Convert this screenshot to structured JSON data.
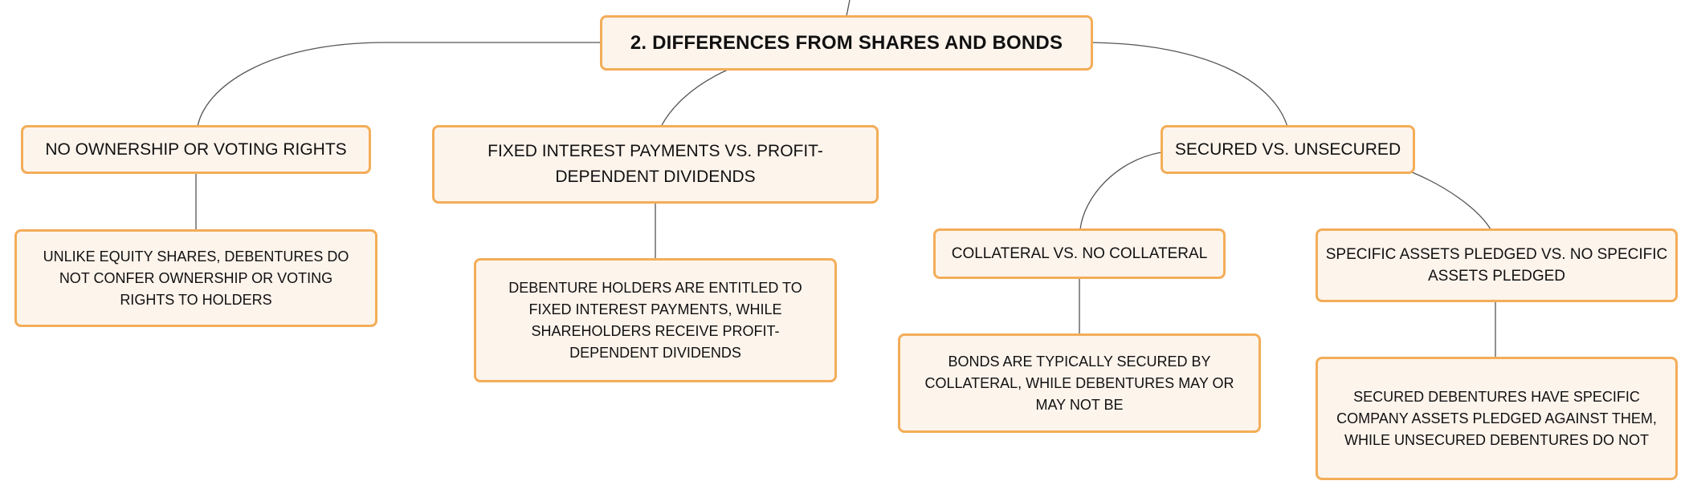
{
  "root": {
    "label": "2. DIFFERENCES FROM SHARES AND BONDS"
  },
  "branches": {
    "ownership": {
      "label": "NO OWNERSHIP OR VOTING RIGHTS",
      "detail": "UNLIKE EQUITY SHARES, DEBENTURES DO NOT CONFER OWNERSHIP OR VOTING RIGHTS TO HOLDERS"
    },
    "interest": {
      "label": "FIXED INTEREST PAYMENTS VS. PROFIT-DEPENDENT DIVIDENDS",
      "detail": "DEBENTURE HOLDERS ARE ENTITLED TO FIXED INTEREST PAYMENTS, WHILE SHAREHOLDERS RECEIVE PROFIT-DEPENDENT DIVIDENDS"
    },
    "secured": {
      "label": "SECURED VS. UNSECURED",
      "children": {
        "collateral": {
          "label": "COLLATERAL VS. NO COLLATERAL",
          "detail": "BONDS ARE TYPICALLY SECURED BY COLLATERAL, WHILE DEBENTURES MAY OR MAY NOT BE"
        },
        "assets": {
          "label": "SPECIFIC ASSETS PLEDGED VS. NO SPECIFIC ASSETS PLEDGED",
          "detail": "SECURED DEBENTURES HAVE SPECIFIC COMPANY ASSETS PLEDGED AGAINST THEM, WHILE UNSECURED DEBENTURES DO NOT"
        }
      }
    }
  },
  "colors": {
    "node_border": "#f3ad58",
    "node_fill": "#fdf4ec",
    "connector": "#555555"
  }
}
